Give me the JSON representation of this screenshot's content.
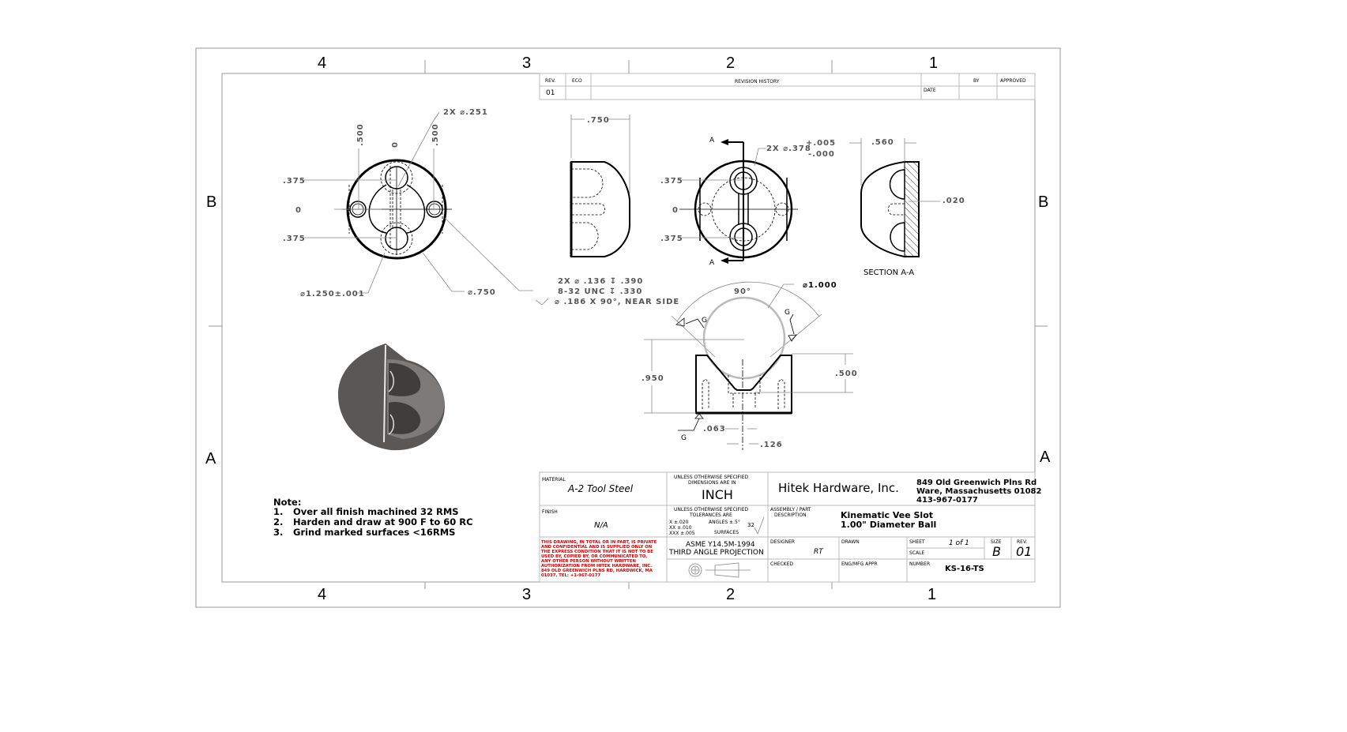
{
  "sheet_frame": {
    "zones_columns": [
      "4",
      "3",
      "2",
      "1"
    ],
    "zones_rows": [
      "B",
      "A"
    ]
  },
  "revision_table": {
    "headers": {
      "rev": "REV.",
      "eco": "ECO",
      "history": "REVISION HISTORY",
      "date": "DATE",
      "by": "BY",
      "approved": "APPROVED"
    },
    "rows": [
      {
        "rev": "01",
        "eco": "",
        "history": "",
        "date": "",
        "by": "",
        "approved": ""
      }
    ]
  },
  "views": {
    "front": {
      "dims": {
        "hole_callout": "2X ⌀.251",
        "x_left": ".500",
        "x_center": "0",
        "x_right": ".500",
        "y_top": ".375",
        "y_center": "0",
        "y_bottom": ".375",
        "outer_dia": "⌀1.250±.001",
        "counterbore_dia": "⌀.750"
      },
      "hole_note": [
        "2X ⌀ .136 ↧ .390",
        "8-32 UNC   ↧ .330",
        "⌀ .186 X 90°, NEAR SIDE"
      ]
    },
    "side": {
      "width": ".750"
    },
    "top": {
      "section_marker": "A",
      "hole_callout": "2X ⌀.378",
      "tol_plus": "+.005",
      "tol_minus": "-.000",
      "y_top": ".375",
      "y_center": "0",
      "y_bottom": ".375"
    },
    "section": {
      "width": ".560",
      "depth": ".020",
      "label": "SECTION A-A"
    },
    "vee": {
      "ball_dia": "⌀1.000",
      "angle": "90°",
      "height": ".950",
      "depth": ".500",
      "slot_half": ".063",
      "slot_width": ".126",
      "grind_mark": "G"
    }
  },
  "notes": {
    "title": "Note:",
    "items": [
      {
        "num": "1.",
        "text": "Over all finish machined 32 RMS"
      },
      {
        "num": "2.",
        "text": "Harden and draw at 900 F to 60 RC"
      },
      {
        "num": "3.",
        "text": "Grind marked surfaces  <16RMS"
      }
    ]
  },
  "title_block": {
    "material_label": "MATERIAL",
    "material": "A-2 Tool Steel",
    "finish_label": "FINISH",
    "finish": "N/A",
    "units_note": [
      "UNLESS OTHERWISE SPECIFIED",
      "DIMENSIONS ARE IN"
    ],
    "units": "INCH",
    "tolerance_note": [
      "UNLESS OTHERWISE SPECIFIED",
      "TOLERANCES ARE"
    ],
    "tol_x": "X ±.020",
    "tol_xx": "XX ±.010",
    "tol_xxx": "XXX ±.005",
    "angles": "ANGLES ±.5°",
    "surfaces": "SURFACES",
    "surface_value": "32",
    "confidential": [
      "THIS DRAWING, IN TOTAL OR IN PART, IS PRIVATE",
      "AND CONFIDENTIAL AND IS SUPPLIED ONLY ON",
      "THE EXPRESS CONDITION THAT IT IS NOT TO BE",
      "USED BY, COPIED BY, OR COMMUNICATED TO,",
      "ANY OTHER PERSON WITHOUT WRITTEN",
      "AUTHORIZATION FROM HITEK HARDWARE, INC.",
      "849 OLD GREENWICH PLNS RD, HARDWICK, MA",
      "01037.  TEL: +1-967-0177"
    ],
    "standard": "ASME Y14.5M-1994",
    "projection": "THIRD ANGLE PROJECTION",
    "company": "Hitek Hardware, Inc.",
    "address": [
      "849 Old Greenwich Plns Rd",
      "Ware, Massachusetts 01082",
      "413-967-0177"
    ],
    "description_label": [
      "ASSEMBLY / PART",
      "DESCRIPTION"
    ],
    "description": [
      "Kinematic Vee Slot",
      "1.00\" Diameter Ball"
    ],
    "designer_label": "DESIGNER",
    "designer": "RT",
    "drawn_label": "DRAWN",
    "drawn": "",
    "sheet_label": "SHEET",
    "sheet": "1 of 1",
    "scale_label": "SCALE",
    "scale": "",
    "size_label": "SIZE",
    "size": "B",
    "rev_label": "REV.",
    "rev": "01",
    "checked_label": "CHECKED",
    "engmfg_label": "ENG/MFG APPR",
    "number_label": "NUMBER",
    "number": "KS-16-TS"
  },
  "colors": {
    "line": "#000000",
    "dimension": "#555555",
    "border": "#999999",
    "confidential_text": "#d00000",
    "render_body": "#5a5856"
  }
}
